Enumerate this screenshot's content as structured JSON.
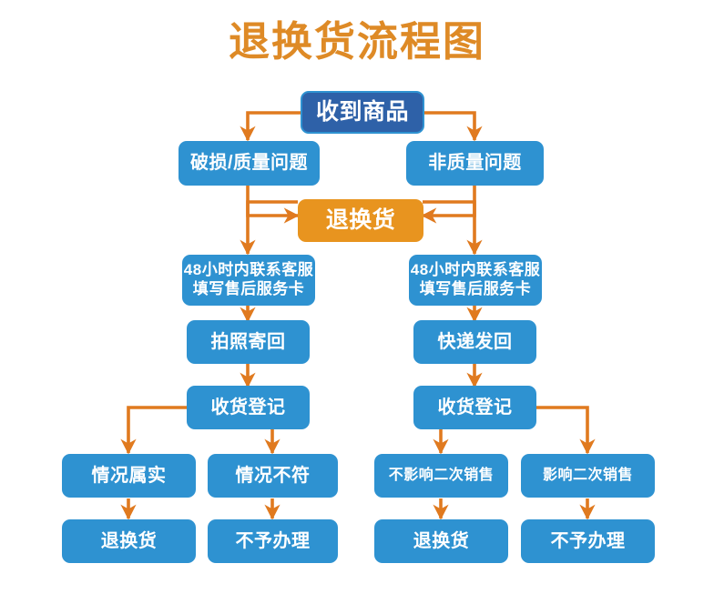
{
  "title": "退换货流程图",
  "colors": {
    "title": "#DE8A26",
    "node_blue": "#2E92D1",
    "node_dark_blue": "#2E61A8",
    "node_orange": "#E8941F",
    "connector": "#E07A1F",
    "background": "#FFFFFF"
  },
  "chart_data": {
    "type": "flowchart",
    "title": "退换货流程图",
    "nodes": [
      {
        "id": "n1",
        "label": "收到商品",
        "style": "dark-blue"
      },
      {
        "id": "n2",
        "label": "破损/质量问题",
        "style": "blue"
      },
      {
        "id": "n3",
        "label": "非质量问题",
        "style": "blue"
      },
      {
        "id": "n4",
        "label": "退换货",
        "style": "orange"
      },
      {
        "id": "n5",
        "label": "48小时内联系客服填写售后服务卡",
        "style": "blue"
      },
      {
        "id": "n6",
        "label": "48小时内联系客服填写售后服务卡",
        "style": "blue"
      },
      {
        "id": "n7",
        "label": "拍照寄回",
        "style": "blue"
      },
      {
        "id": "n8",
        "label": "快递发回",
        "style": "blue"
      },
      {
        "id": "n9",
        "label": "收货登记",
        "style": "blue"
      },
      {
        "id": "n10",
        "label": "收货登记",
        "style": "blue"
      },
      {
        "id": "n11",
        "label": "情况属实",
        "style": "blue"
      },
      {
        "id": "n12",
        "label": "情况不符",
        "style": "blue"
      },
      {
        "id": "n13",
        "label": "不影响二次销售",
        "style": "blue"
      },
      {
        "id": "n14",
        "label": "影响二次销售",
        "style": "blue"
      },
      {
        "id": "n15",
        "label": "退换货",
        "style": "blue"
      },
      {
        "id": "n16",
        "label": "不予办理",
        "style": "blue"
      },
      {
        "id": "n17",
        "label": "退换货",
        "style": "blue"
      },
      {
        "id": "n18",
        "label": "不予办理",
        "style": "blue"
      }
    ],
    "edges": [
      {
        "from": "n1",
        "to": "n2"
      },
      {
        "from": "n1",
        "to": "n3"
      },
      {
        "from": "n2",
        "to": "n4"
      },
      {
        "from": "n3",
        "to": "n4"
      },
      {
        "from": "n4",
        "to": "n5"
      },
      {
        "from": "n4",
        "to": "n6"
      },
      {
        "from": "n5",
        "to": "n7"
      },
      {
        "from": "n6",
        "to": "n8"
      },
      {
        "from": "n7",
        "to": "n9"
      },
      {
        "from": "n8",
        "to": "n10"
      },
      {
        "from": "n9",
        "to": "n11"
      },
      {
        "from": "n9",
        "to": "n12"
      },
      {
        "from": "n10",
        "to": "n13"
      },
      {
        "from": "n10",
        "to": "n14"
      },
      {
        "from": "n11",
        "to": "n15"
      },
      {
        "from": "n12",
        "to": "n16"
      },
      {
        "from": "n13",
        "to": "n17"
      },
      {
        "from": "n14",
        "to": "n18"
      }
    ]
  },
  "nodes": {
    "n1": {
      "label": "收到商品"
    },
    "n2": {
      "label": "破损/质量问题"
    },
    "n3": {
      "label": "非质量问题"
    },
    "n4": {
      "label": "退换货"
    },
    "n5": {
      "line1": "48小时内联系客服",
      "line2": "填写售后服务卡"
    },
    "n6": {
      "line1": "48小时内联系客服",
      "line2": "填写售后服务卡"
    },
    "n7": {
      "label": "拍照寄回"
    },
    "n8": {
      "label": "快递发回"
    },
    "n9": {
      "label": "收货登记"
    },
    "n10": {
      "label": "收货登记"
    },
    "n11": {
      "label": "情况属实"
    },
    "n12": {
      "label": "情况不符"
    },
    "n13": {
      "label": "不影响二次销售"
    },
    "n14": {
      "label": "影响二次销售"
    },
    "n15": {
      "label": "退换货"
    },
    "n16": {
      "label": "不予办理"
    },
    "n17": {
      "label": "退换货"
    },
    "n18": {
      "label": "不予办理"
    }
  }
}
